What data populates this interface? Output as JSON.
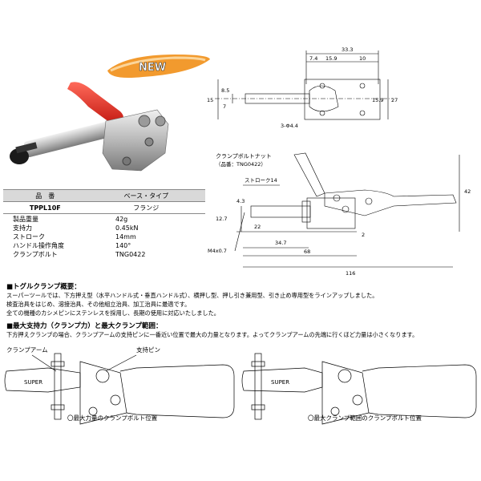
{
  "badge": {
    "label": "NEW",
    "color": "#f29a2e"
  },
  "drawing_top": {
    "dims": [
      "33.3",
      "7.4",
      "15.9",
      "10",
      "8.5",
      "15",
      "7",
      "27",
      "15.9",
      "3-Φ4.4"
    ]
  },
  "drawing_side": {
    "nut_label": "クランプボルトナット",
    "nut_part": "（品番：TNG0422）",
    "stroke": "ストローク14",
    "dims": [
      "4.3",
      "12.7",
      "22",
      "34.7",
      "68",
      "116",
      "M4x0.7",
      "2",
      "42"
    ]
  },
  "table": {
    "headers": [
      "品　番",
      "ベース・タイプ"
    ],
    "model": "TPPL10F",
    "type": "フランジ"
  },
  "specs": [
    {
      "k": "製品重量",
      "v": "42g"
    },
    {
      "k": "支持力",
      "v": "0.45kN"
    },
    {
      "k": "ストローク",
      "v": "14mm"
    },
    {
      "k": "ハンドル操作角度",
      "v": "140°"
    },
    {
      "k": "クランプボルト",
      "v": "TNG0422"
    }
  ],
  "sections": {
    "h1": "■トグルクランプ概要：",
    "p1a": "スーパーツールでは、下方押え型（水平ハンドル式・垂直ハンドル式）、横押し型、押し引き兼用型、引き止め専用型をラインアップしました。",
    "p1b": "検査治具をはじめ、溶接治具、その他組立治具、加工治具に最適です。",
    "p1c": "全ての機種のカシメピンにステンレスを採用し、長期の使用に対応いたしました。",
    "h2": "■最大支持力（クランプ力）と最大クランプ範囲：",
    "p2": "下方押えクランプの場合、クランプアームの支持ピンに一番近い位置で最大の力量となります。よってクランプアームの先端に行くほど力量は小さくなります。"
  },
  "diagram": {
    "arm_label": "クランプアーム",
    "pin_label": "支持ピン",
    "brand": "SUPER",
    "cap_left": "〇最大力量のクランプボルト位置",
    "cap_right": "〇最大クランプ範囲のクランプボルト位置"
  }
}
